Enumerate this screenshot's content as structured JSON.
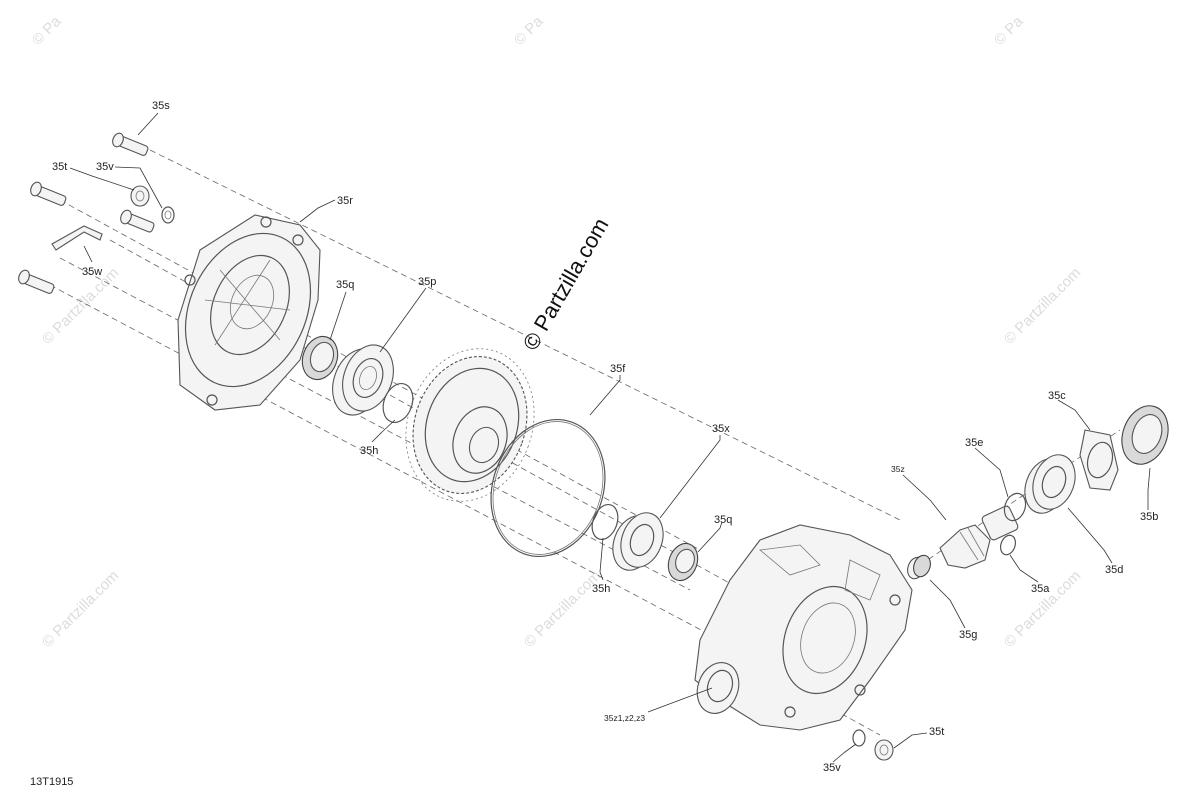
{
  "watermark": {
    "main": "© Partzilla.com",
    "repeat": "© Partzilla.com",
    "corner": "© Pa"
  },
  "diagram_code": "13T1915",
  "callouts": {
    "c35s": "35s",
    "c35t_top": "35t",
    "c35v_top": "35v",
    "c35r": "35r",
    "c35w": "35w",
    "c35q_left": "35q",
    "c35p": "35p",
    "c35h_left": "35h",
    "c35f": "35f",
    "c35x": "35x",
    "c35q_right": "35q",
    "c35h_right": "35h",
    "c35c": "35c",
    "c35e": "35e",
    "c35z": "35z",
    "c35b": "35b",
    "c35d": "35d",
    "c35a": "35a",
    "c35g": "35g",
    "c35z123": "35z1,z2,z3",
    "c35t_bottom": "35t",
    "c35v_bottom": "35v"
  }
}
